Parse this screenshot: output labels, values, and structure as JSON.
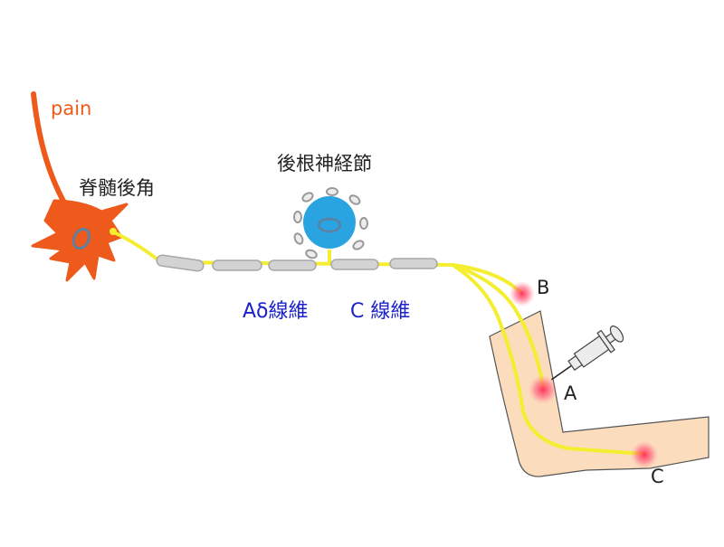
{
  "labels": {
    "pain": "pain",
    "dorsal_horn": "脊髄後角",
    "drg": "後根神経節",
    "fiber_a_delta": "Aδ線維",
    "fiber_c": "C 線維",
    "point_b": "B",
    "point_a": "A",
    "point_c": "C"
  },
  "colors": {
    "neuron": "#ee5a1c",
    "nerve": "#f5ee30",
    "myelin": "#cfcfcf",
    "ganglion": "#2aa4e0",
    "skin": "#fbdcbd",
    "fiber_label": "#1a22c8",
    "stimulus": "#ee3355"
  }
}
